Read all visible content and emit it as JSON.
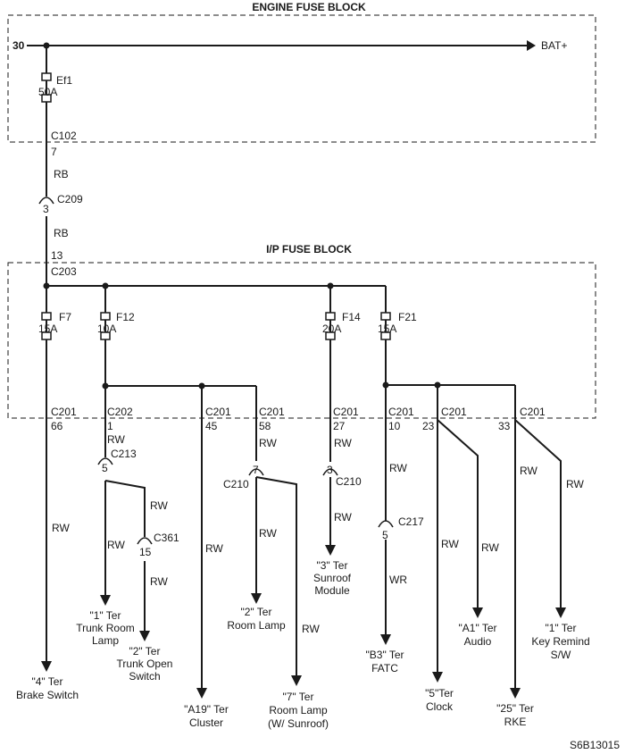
{
  "titles": {
    "engine_fuse_block": "ENGINE FUSE BLOCK",
    "ip_fuse_block": "I/P FUSE BLOCK",
    "figure_id": "S6B13015"
  },
  "power": {
    "terminal": "30",
    "bat": "BAT+"
  },
  "fuses": {
    "ef1": {
      "name": "Ef1",
      "rating": "50A"
    },
    "f7": {
      "name": "F7",
      "rating": "15A"
    },
    "f12": {
      "name": "F12",
      "rating": "10A"
    },
    "f14": {
      "name": "F14",
      "rating": "20A"
    },
    "f21": {
      "name": "F21",
      "rating": "15A"
    }
  },
  "connectors": {
    "c102": {
      "name": "C102",
      "pin": "7"
    },
    "c209": {
      "name": "C209",
      "pin": "3"
    },
    "c203": {
      "name": "C203",
      "pin": "13"
    },
    "c201_66": {
      "name": "C201",
      "pin": "66"
    },
    "c202_1": {
      "name": "C202",
      "pin": "1"
    },
    "c201_45": {
      "name": "C201",
      "pin": "45"
    },
    "c201_58": {
      "name": "C201",
      "pin": "58"
    },
    "c201_27": {
      "name": "C201",
      "pin": "27"
    },
    "c201_10": {
      "name": "C201",
      "pin": "10"
    },
    "c201_23": {
      "name": "C201",
      "pin": "23"
    },
    "c201_33": {
      "name": "C201",
      "pin": "33"
    },
    "c213": {
      "name": "C213",
      "pin": "5"
    },
    "c361": {
      "name": "C361",
      "pin": "15"
    },
    "c210_a": {
      "name": "C210",
      "pin": "7"
    },
    "c210_b": {
      "name": "C210",
      "pin": "3"
    },
    "c217": {
      "name": "C217",
      "pin": "5"
    }
  },
  "wire_colors": {
    "rb": "RB",
    "rw": "RW",
    "wr": "WR"
  },
  "loads": {
    "brake_switch": {
      "line1": "\"4\" Ter",
      "line2": "Brake Switch"
    },
    "trunk_room_lamp": {
      "line1": "\"1\" Ter",
      "line2": "Trunk Room",
      "line3": "Lamp"
    },
    "trunk_open_switch": {
      "line1": "\"2\" Ter",
      "line2": "Trunk Open",
      "line3": "Switch"
    },
    "cluster": {
      "line1": "\"A19\" Ter",
      "line2": "Cluster"
    },
    "room_lamp": {
      "line1": "\"2\" Ter",
      "line2": "Room Lamp"
    },
    "room_lamp_sunroof": {
      "line1": "\"7\" Ter",
      "line2": "Room Lamp",
      "line3": "(W/ Sunroof)"
    },
    "sunroof_module": {
      "line1": "\"3\" Ter",
      "line2": "Sunroof",
      "line3": "Module"
    },
    "fatc": {
      "line1": "\"B3\" Ter",
      "line2": "FATC"
    },
    "clock": {
      "line1": "\"5\"Ter",
      "line2": "Clock"
    },
    "audio": {
      "line1": "\"A1\" Ter",
      "line2": "Audio"
    },
    "rke": {
      "line1": "\"25\" Ter",
      "line2": "RKE"
    },
    "key_remind": {
      "line1": "\"1\" Ter",
      "line2": "Key Remind",
      "line3": "S/W"
    }
  }
}
